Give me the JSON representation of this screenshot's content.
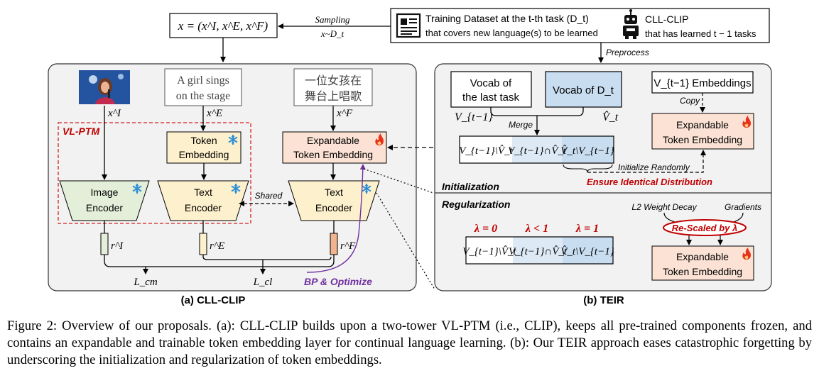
{
  "top": {
    "input_formula": "x = (x^I, x^E, x^F)",
    "sampling_label": "Sampling",
    "sampling_dist": "x~D_t",
    "dataset_line1": "Training Dataset at the t-th task (D_t)",
    "dataset_line2": "that covers new language(s) to be learned",
    "model_line1": "CLL-CLIP",
    "model_line2": "that has learned t − 1 tasks",
    "preprocess_label": "Preprocess"
  },
  "left_panel": {
    "caption": "(a) CLL-CLIP",
    "en_text": [
      "A girl sings",
      "on the stage"
    ],
    "zh_text": [
      "一位女孩在",
      "舞台上唱歌"
    ],
    "x_image": "x^I",
    "x_en": "x^E",
    "x_zh": "x^F",
    "vlptm_label": "VL-PTM",
    "token_embedding": [
      "Token",
      "Embedding"
    ],
    "expandable_embedding": [
      "Expandable",
      "Token Embedding"
    ],
    "image_encoder": [
      "Image",
      "Encoder"
    ],
    "text_encoder": [
      "Text",
      "Encoder"
    ],
    "shared_label": "Shared",
    "r_image": "r^I",
    "r_en": "r^E",
    "r_zh": "r^F",
    "loss_cm": "L_cm",
    "loss_cl": "L_cl",
    "bp_label": "BP & Optimize"
  },
  "right_panel": {
    "caption": "(b) TEIR",
    "vocab_last": [
      "Vocab of",
      "the last task"
    ],
    "vocab_dt": "Vocab of D_t",
    "v_prev": "V_{t−1}",
    "v_hat": "V̂_t",
    "merge_label": "Merge",
    "prev_embeddings": "V_{t−1} Embeddings",
    "copy_label": "Copy",
    "expandable_embedding": [
      "Expandable",
      "Token Embedding"
    ],
    "segments": [
      "V_{t−1}\\V̂_t",
      "V_{t−1}∩V̂_t",
      "V̂_t\\V_{t−1}"
    ],
    "init_random": "Initialize Randomly",
    "ensure_dist": "Ensure Identical Distribution",
    "initialization": "Initialization",
    "regularization": "Regularization",
    "lambdas": [
      "λ = 0",
      "λ < 1",
      "λ = 1"
    ],
    "l2_decay": "L2 Weight Decay",
    "gradients": "Gradients",
    "rescaled": "Re-Scaled by λ"
  },
  "caption": "Figure 2: Overview of our proposals. (a): CLL-CLIP builds upon a two-tower VL-PTM (i.e., CLIP), keeps all pre-trained components frozen, and contains an expandable and trainable token embedding layer for continual language learning. (b): Our TEIR approach eases catastrophic forgetting by underscoring the initialization and regularization of token embeddings.",
  "colors": {
    "panel_bg": "#f2f2f2",
    "yellow": "#fdf0cc",
    "orange": "#fbe2d4",
    "green": "#e3efd9",
    "blue": "#c9ddf1",
    "red": "#c00000",
    "purple": "#7030a0",
    "snow": "#2f8fd6",
    "fire": "#e8331c"
  }
}
